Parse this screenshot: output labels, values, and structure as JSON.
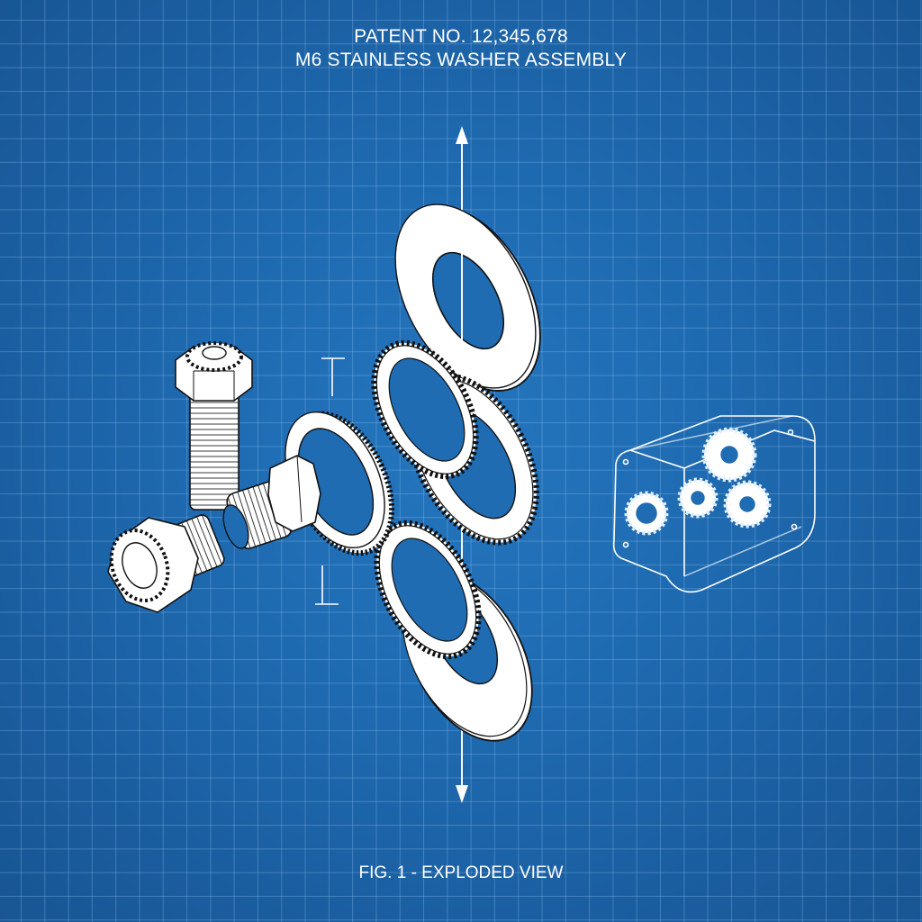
{
  "header": {
    "patent_number": "PATENT NO. 12,345,678",
    "assembly_title": "M6 STAINLESS WASHER ASSEMBLY"
  },
  "figure": {
    "caption": "FIG. 1 - EXPLODED VIEW",
    "view_type": "exploded isometric",
    "components": [
      {
        "id": "bolt-vertical",
        "label": "Hex bolt with serrated flange (vertical)"
      },
      {
        "id": "bolt-horizontal",
        "label": "Hex bolt (horizontal, threaded)"
      },
      {
        "id": "bolt-short",
        "label": "Short hex bolt with serrated face"
      },
      {
        "id": "serrated-washer-left",
        "label": "Serrated lock washer"
      },
      {
        "id": "flat-washer-top",
        "label": "Flat washer"
      },
      {
        "id": "toothed-ring-upper-a",
        "label": "Toothed lock ring"
      },
      {
        "id": "toothed-ring-upper-b",
        "label": "Toothed lock ring with slots"
      },
      {
        "id": "toothed-ring-lower-a",
        "label": "Toothed lock ring"
      },
      {
        "id": "split-washer-lower",
        "label": "Split toothed washer"
      },
      {
        "id": "gearbox-housing",
        "label": "Transparent gear housing assembly"
      }
    ],
    "axis": {
      "direction": "vertical",
      "arrows": "both ends"
    },
    "dimension_marker": {
      "type": "height bracket"
    }
  },
  "colors": {
    "background_center": "#2476be",
    "background_edge": "#185593",
    "grid_line": "#96c3f0",
    "linework": "#ffffff",
    "outline": "#1a1a1a"
  }
}
